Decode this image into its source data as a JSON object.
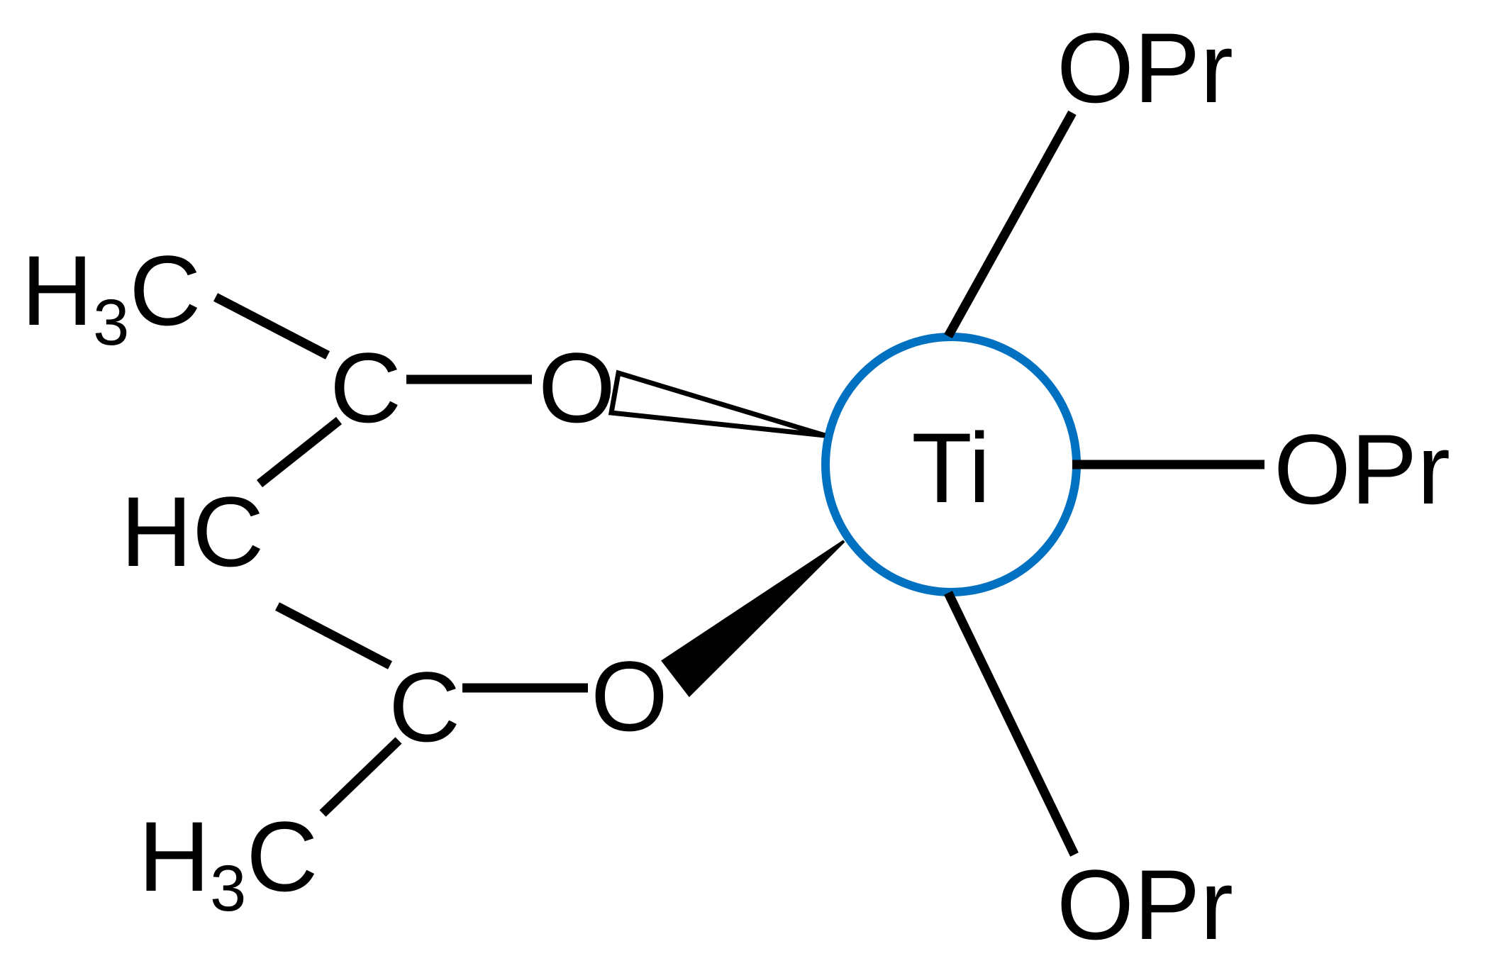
{
  "molecule": {
    "center": {
      "symbol": "Ti",
      "ring_color": "#0070C0"
    },
    "ligands": {
      "opr_top": "OPr",
      "opr_right": "OPr",
      "opr_bottom": "OPr"
    },
    "acac": {
      "methyl_top_main": "H",
      "methyl_top_sub": "3",
      "methyl_top_tail": "C",
      "carbon_upper": "C",
      "oxygen_upper": "O",
      "methine": "HC",
      "carbon_lower": "C",
      "oxygen_lower": "O",
      "methyl_bottom_main": "H",
      "methyl_bottom_sub": "3",
      "methyl_bottom_tail": "C"
    }
  }
}
